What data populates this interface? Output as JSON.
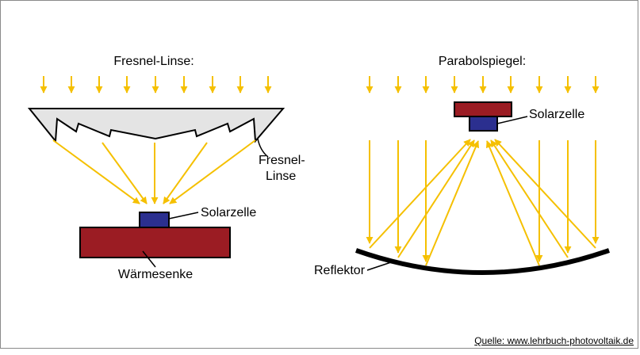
{
  "fresnel": {
    "title": "Fresnel-Linse:",
    "lens_label_line1": "Fresnel-",
    "lens_label_line2": "Linse",
    "solar_label": "Solarzelle",
    "heatsink_label": "Wärmesenke"
  },
  "parabolic": {
    "title": "Parabolspiegel:",
    "solar_label": "Solarzelle",
    "reflector_label": "Reflektor"
  },
  "source": "Quelle: www.lehrbuch-photovoltaik.de",
  "colors": {
    "ray": "#f5c000",
    "lens_fill": "#e4e4e4",
    "heatsink": "#9b1c23",
    "solar_cell": "#2b2f8f",
    "outline": "#000000"
  }
}
